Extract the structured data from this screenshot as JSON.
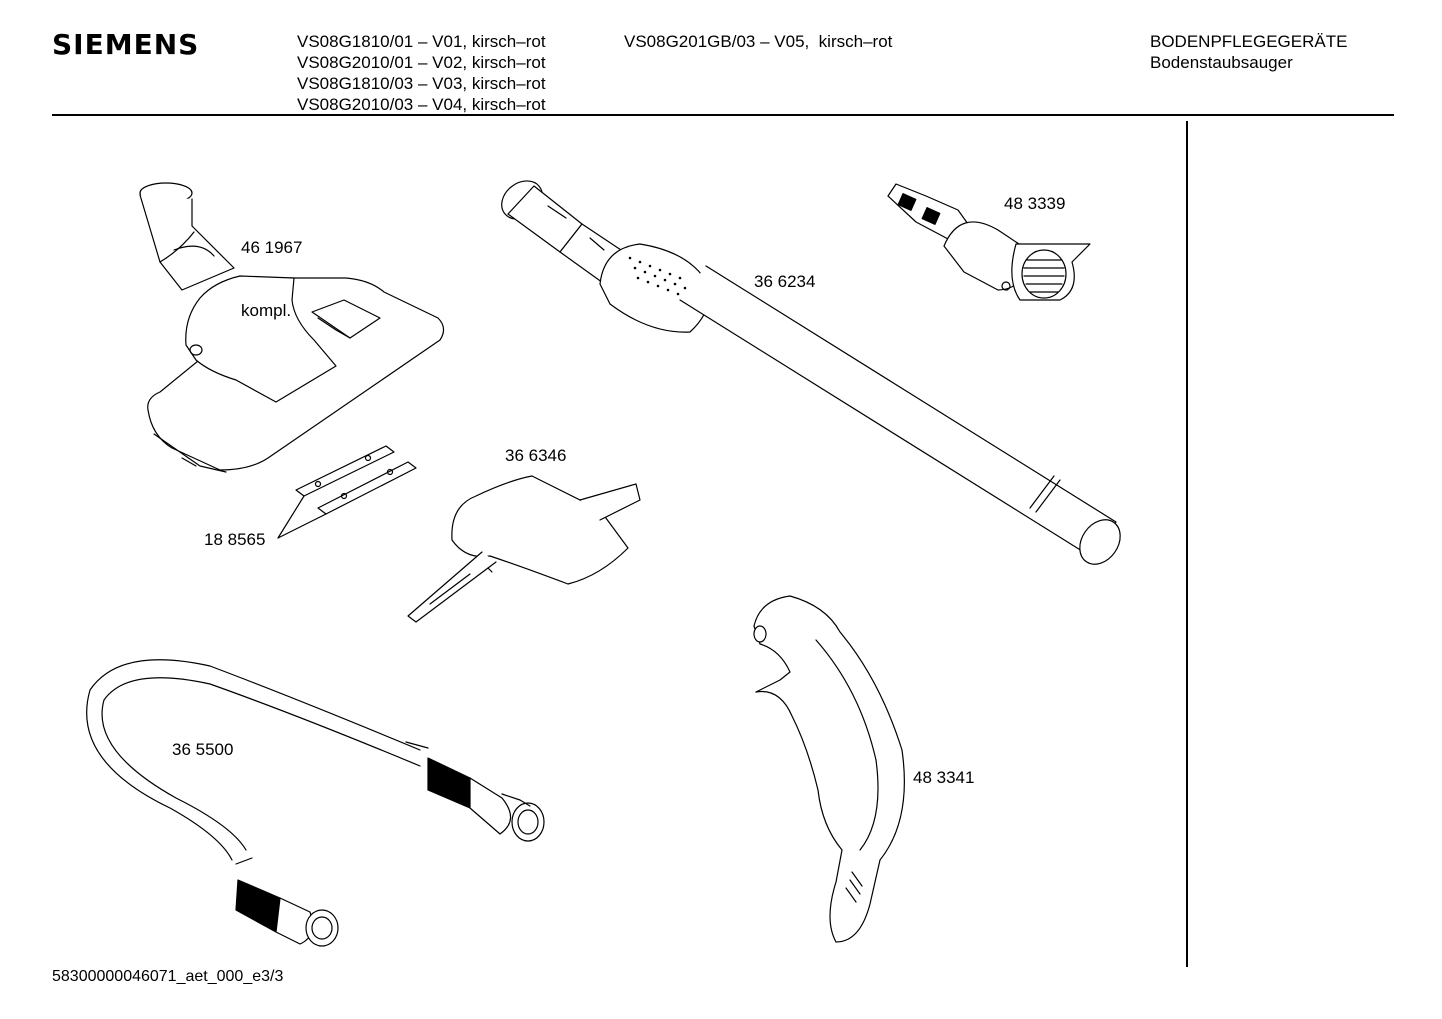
{
  "header": {
    "brand": "SIEMENS",
    "models_left": [
      "VS08G1810/01 – V01, kirsch–rot",
      "VS08G2010/01 – V02, kirsch–rot",
      "VS08G1810/03 – V03, kirsch–rot",
      "VS08G2010/03 – V04, kirsch–rot"
    ],
    "models_right": [
      "VS08G201GB/03 – V05,  kirsch–rot"
    ],
    "category": [
      "BODENPFLEGEGERÄTE",
      "Bodenstaubsauger"
    ]
  },
  "parts": [
    {
      "number": "46 1967",
      "note": "kompl."
    },
    {
      "number": "36 6234"
    },
    {
      "number": "48 3339"
    },
    {
      "number": "36 6346"
    },
    {
      "number": "18 8565"
    },
    {
      "number": "36 5500"
    },
    {
      "number": "48 3341"
    }
  ],
  "footer": {
    "doc_id": "58300000046071_aet_000_e",
    "page": "3/3"
  }
}
